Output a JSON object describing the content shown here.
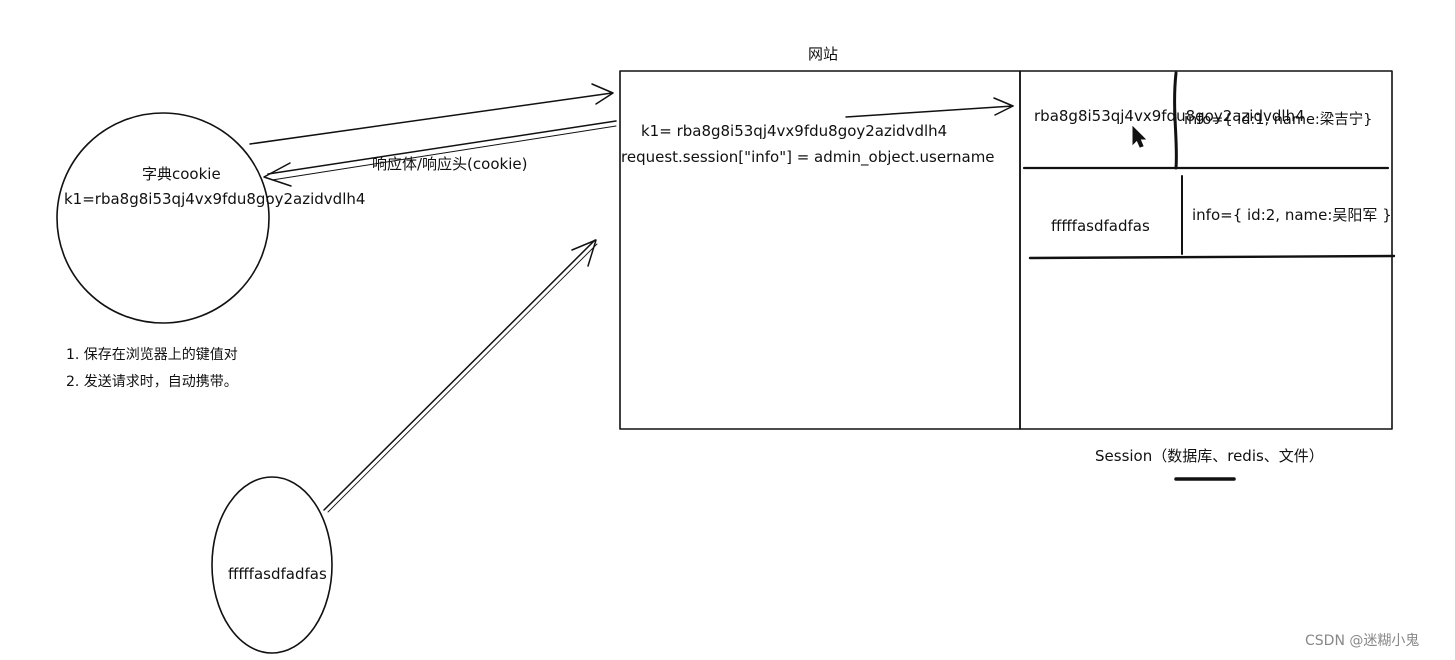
{
  "website": {
    "title": "网站",
    "line1": "k1= rba8g8i53qj4vx9fdu8goy2azidvdlh4",
    "line2": "request.session[\"info\"] = admin_object.username"
  },
  "browser_cookie": {
    "label": "字典cookie",
    "value": "k1=rba8g8i53qj4vx9fdu8goy2azidvdlh4"
  },
  "response_label": "响应体/响应头(cookie)",
  "notes": [
    "1. 保存在浏览器上的键值对",
    "2. 发送请求时，自动携带。"
  ],
  "other_browser": {
    "label": "fffffasdfadfas"
  },
  "session_store": {
    "rows": [
      {
        "key": "rba8g8i53qj4vx9fdu8goy2azidvdlh4",
        "value": "info={ id:1, name:梁吉宁}"
      },
      {
        "key": "fffffasdfadfas",
        "value": "info={ id:2, name:吴阳军 }"
      }
    ],
    "caption": "Session（数据库、redis、文件）"
  },
  "watermark": "CSDN @迷糊小鬼"
}
